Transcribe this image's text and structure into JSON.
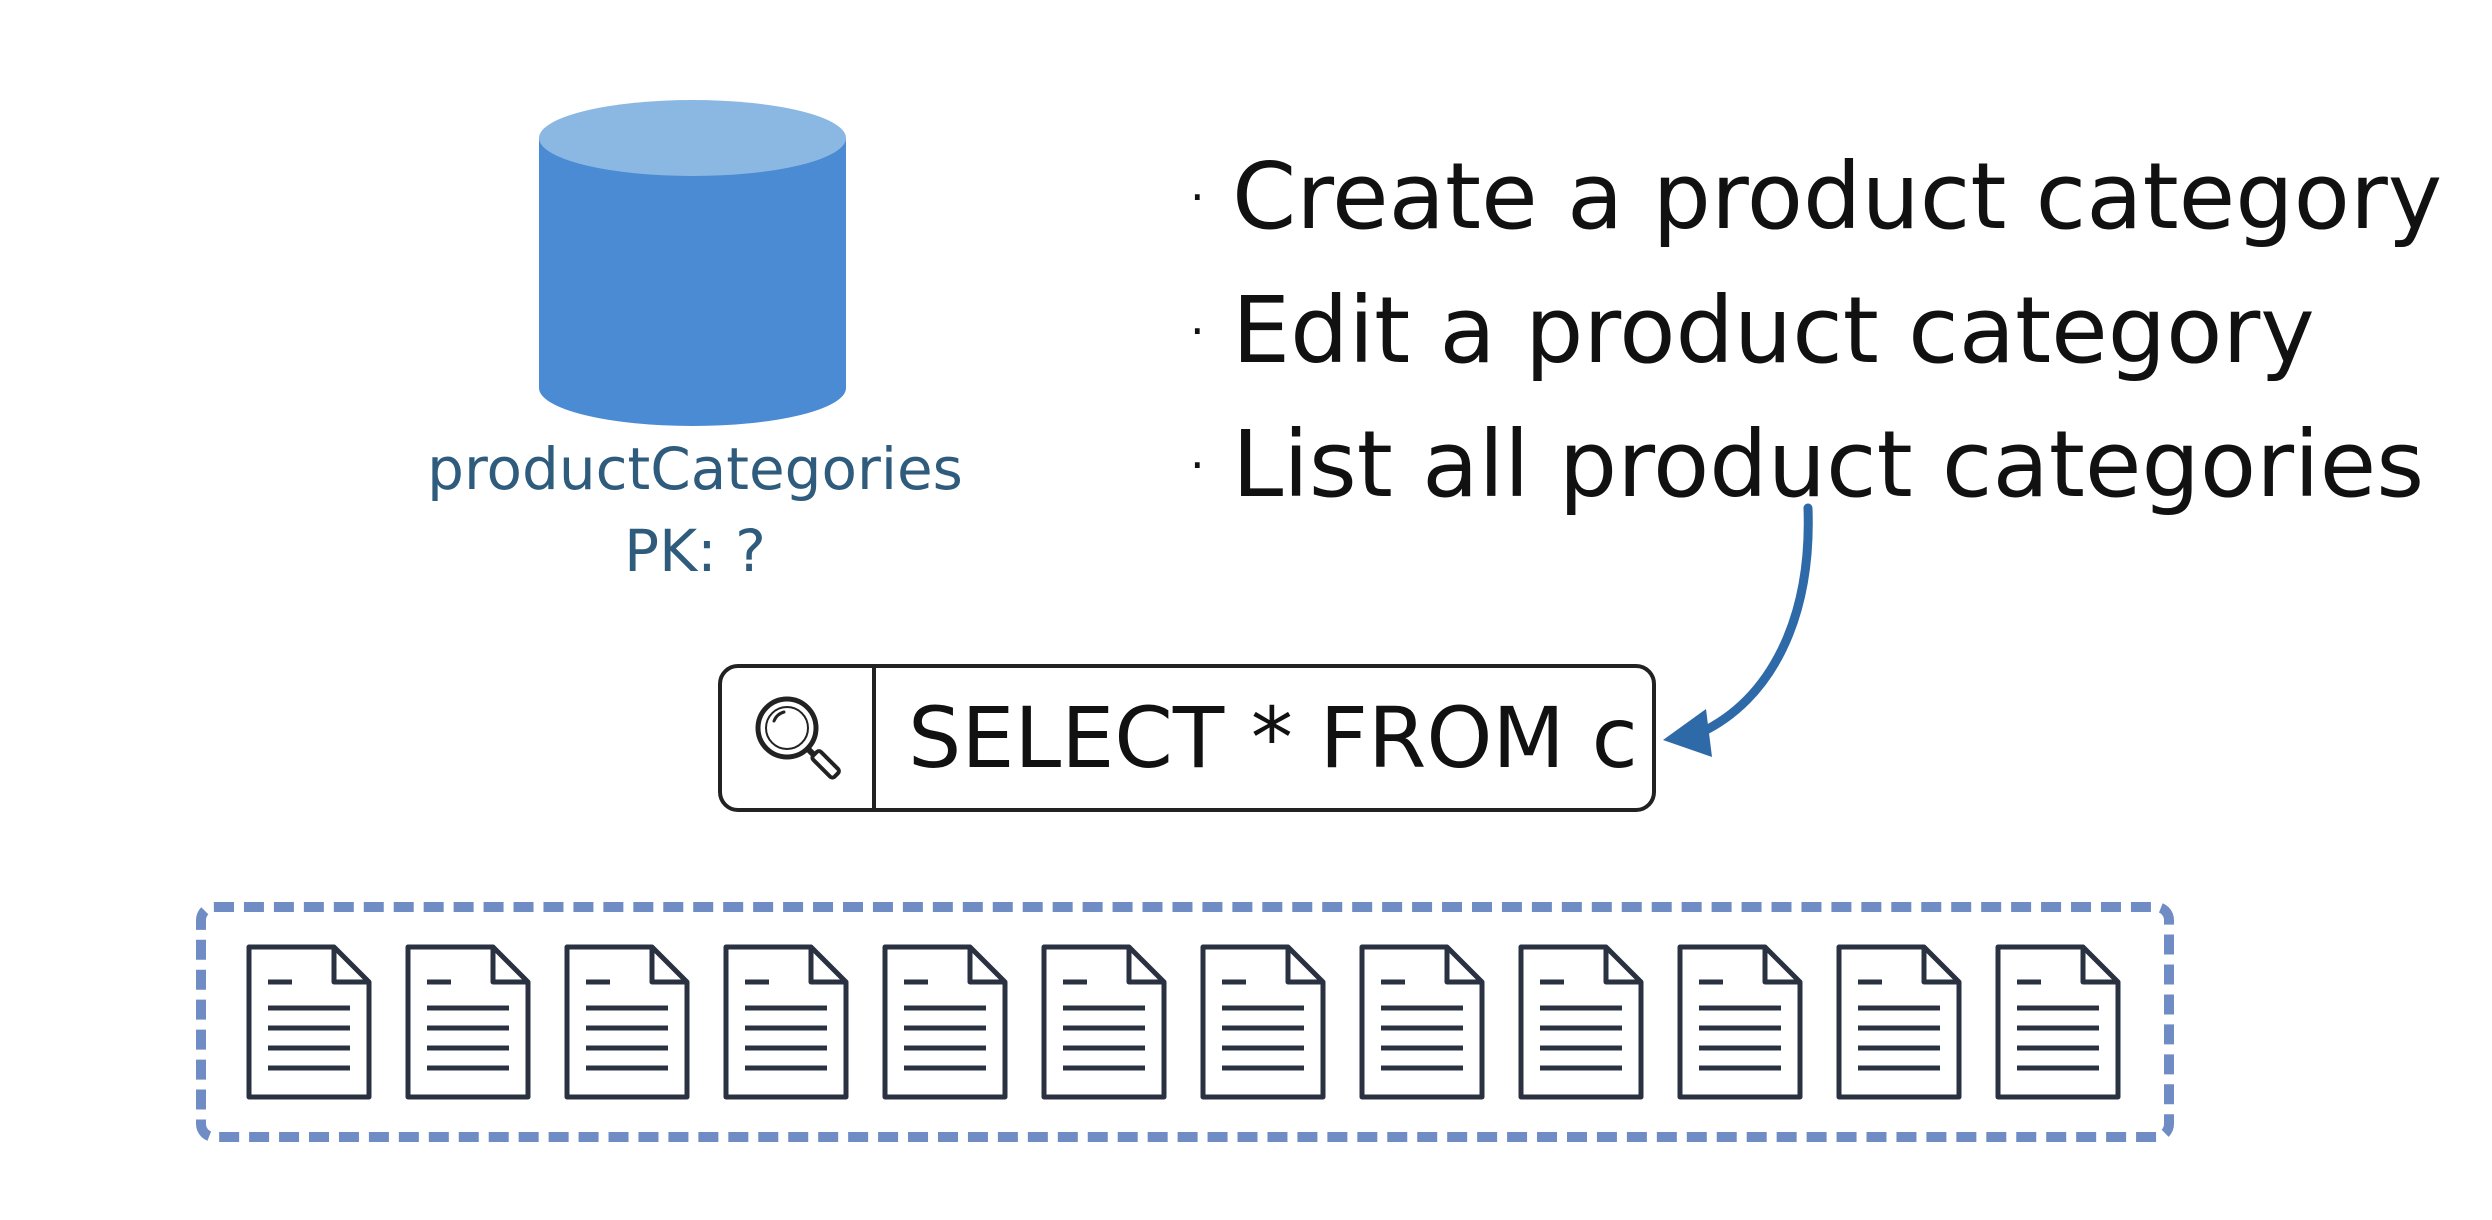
{
  "database": {
    "name": "productCategories",
    "pk_label": "PK: ?",
    "icon": "database-icon",
    "colors": {
      "body": "#4a8bd3",
      "top": "#8bb8e3",
      "label": "#2f5b7c"
    }
  },
  "bullets": [
    {
      "marker": "·",
      "text": "Create a product category"
    },
    {
      "marker": "·",
      "text": "Edit a product category"
    },
    {
      "marker": "·",
      "text": "List all product categories"
    }
  ],
  "query": {
    "icon": "search-icon",
    "text": "SELECT * FROM c"
  },
  "documents": {
    "count": 12,
    "icon": "document-icon",
    "border_color": "#6f8cc4"
  },
  "arrow": {
    "color": "#2f6aa8",
    "from": "List all product categories",
    "to": "SELECT * FROM c"
  }
}
